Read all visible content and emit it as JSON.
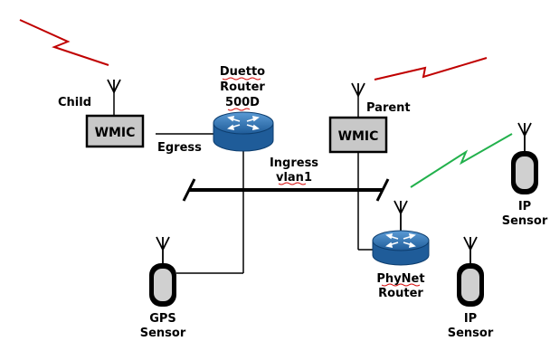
{
  "labels": {
    "child": "Child",
    "parent": "Parent",
    "router_line1": "Duetto",
    "router_line2": "Router",
    "router_line3": "500D",
    "egress": "Egress",
    "ingress_line1": "Ingress",
    "ingress_line2": "vlan1",
    "wmic_left": "WMIC",
    "wmic_right": "WMIC",
    "phynet_line1": "PhyNet",
    "phynet_line2": "Router",
    "gps_line1": "GPS",
    "gps_line2": "Sensor",
    "ip_bottom_line1": "IP",
    "ip_bottom_line2": "Sensor",
    "ip_right_line1": "IP",
    "ip_right_line2": "Sensor"
  },
  "colors": {
    "wireless_child": "#c00000",
    "wireless_parent": "#c00000",
    "wireless_sensor": "#22b14c",
    "router_fill": "#2a6eb3",
    "wmic_fill": "#c8c8c8",
    "sensor_fill": "#d0d0d0"
  },
  "icons": [
    "antenna-icon",
    "router-icon",
    "sensor-icon",
    "wireless-link-icon"
  ]
}
